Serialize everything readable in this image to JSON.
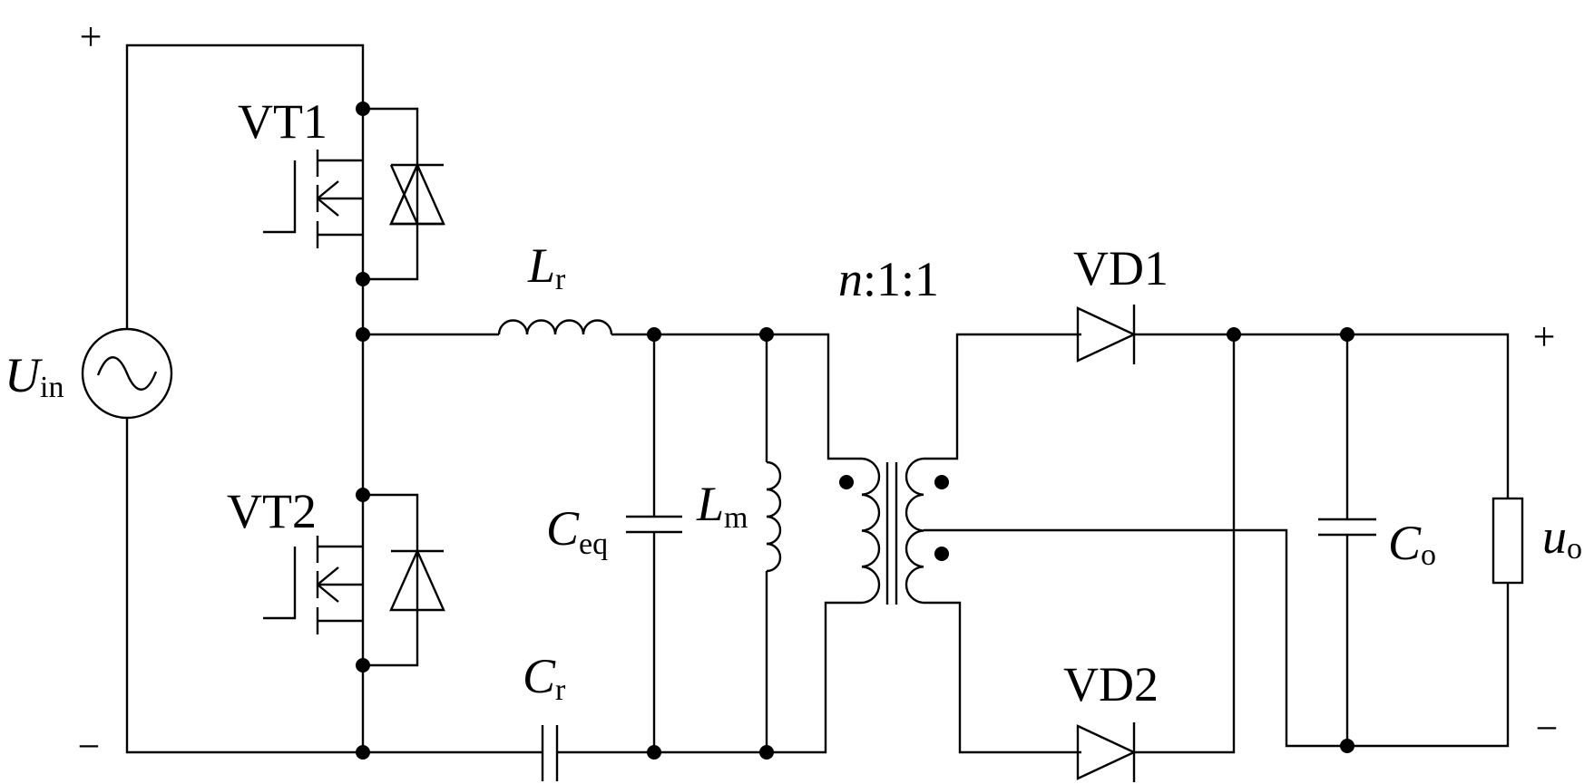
{
  "labels": {
    "input_plus": "+",
    "input_minus": "−",
    "source": {
      "main": "U",
      "sub": "in"
    },
    "switch_top": "VT1",
    "switch_bottom": "VT2",
    "resonant_inductor": {
      "main": "L",
      "sub": "r"
    },
    "resonant_capacitor": {
      "main": "C",
      "sub": "r"
    },
    "equivalent_capacitor": {
      "main": "C",
      "sub": "eq"
    },
    "magnetizing_inductor": {
      "main": "L",
      "sub": "m"
    },
    "transformer_ratio": {
      "n": "n",
      "rest": ":1:1"
    },
    "diode_top": "VD1",
    "diode_bottom": "VD2",
    "output_capacitor": {
      "main": "C",
      "sub": "o"
    },
    "output_voltage": {
      "main": "u",
      "sub": "o"
    },
    "output_plus": "+",
    "output_minus": "−"
  }
}
